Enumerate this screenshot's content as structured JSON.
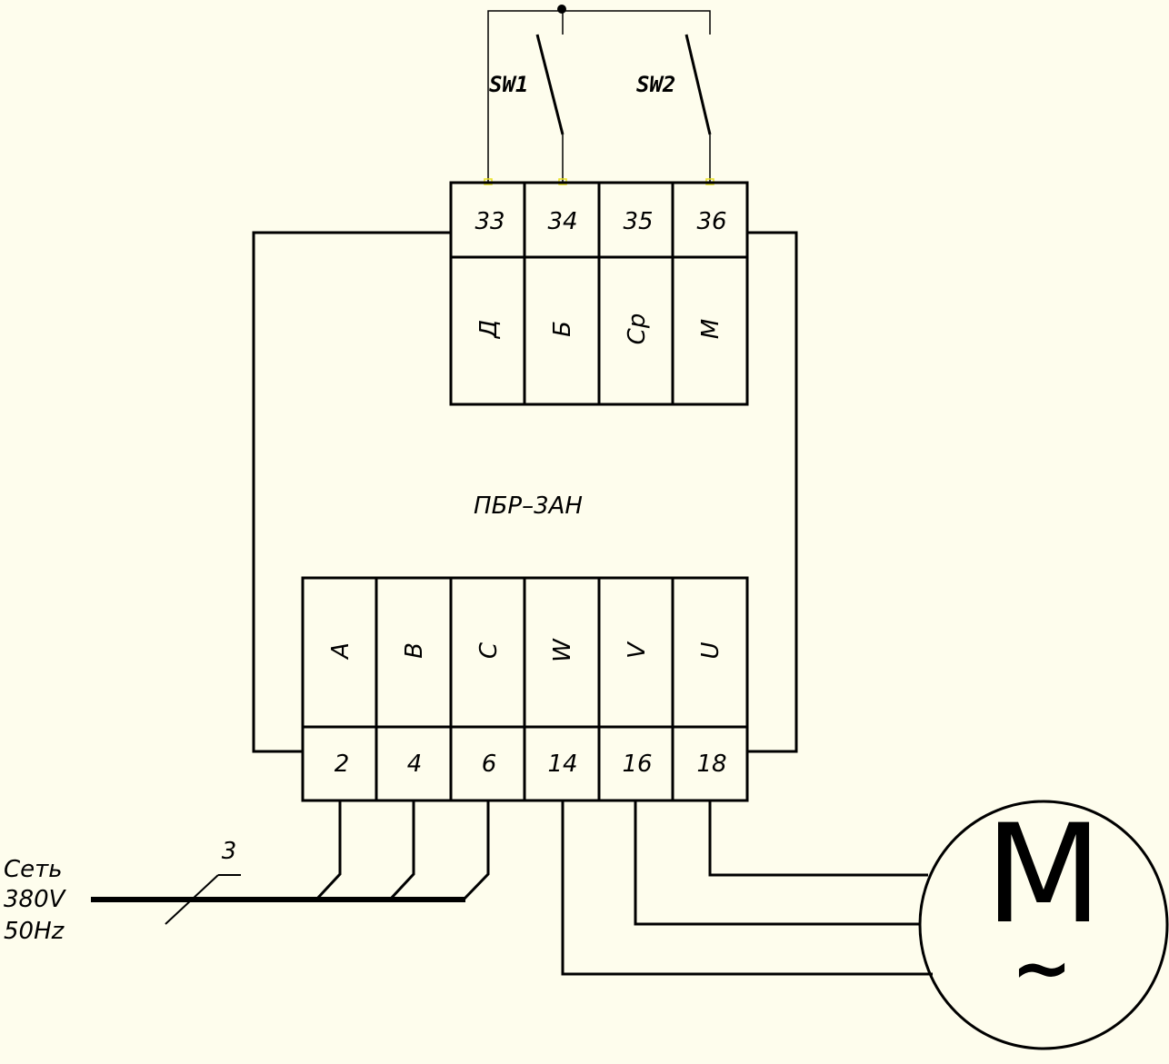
{
  "colors": {
    "background": "#fefded",
    "line": "#000000",
    "pin": "#e8e020"
  },
  "switches": {
    "sw1": "SW1",
    "sw2": "SW2"
  },
  "top_block": {
    "numbers": [
      "33",
      "34",
      "35",
      "36"
    ],
    "letters": [
      "Д",
      "Б",
      "Ср",
      "М"
    ]
  },
  "device_name": "ПБР–3АН",
  "bottom_block": {
    "letters": [
      "А",
      "В",
      "С",
      "W",
      "V",
      "U"
    ],
    "numbers": [
      "2",
      "4",
      "6",
      "14",
      "16",
      "18"
    ]
  },
  "supply": {
    "line1": "Сеть",
    "line2": "380V",
    "line3": "50Hz",
    "wire_count": "3"
  },
  "motor": {
    "letter": "M",
    "symbol": "~"
  }
}
